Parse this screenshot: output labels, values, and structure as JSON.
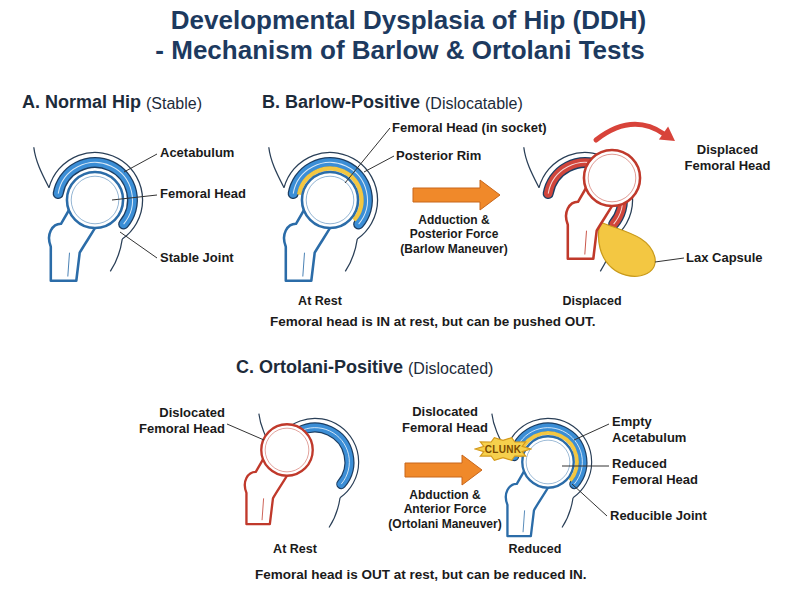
{
  "diagram": {
    "title": "Developmental Dysplasia of Hip (DDH) - Mechanism of Barlow & Ortolani Tests",
    "nodes": [
      {
        "text": [
          "CLUNK"
        ]
      }
    ],
    "labels": [
      "A. Normal Hip",
      "(Stable)",
      "Acetabulum",
      "Femoral Head",
      "Stable Joint",
      "B. Barlow-Positive",
      "(Dislocatable)",
      "Femoral Head (in socket)",
      "Posterior Rim",
      "Adduction & Posterior Force (Barlow Maneuver)",
      "Displaced Femoral Head",
      "Lax Capsule",
      "At Rest",
      "Displaced",
      "Femoral head is IN at rest, but can be pushed OUT.",
      "C. Ortolani-Positive",
      "(Dislocated)",
      "Dislocated Femoral Head",
      "Dislocated Femoral Head",
      "Abduction & Anterior Force (Ortolani Maneuver)",
      "Empty Acetabulum",
      "Reduced Femoral Head",
      "Reducible Joint",
      "At Rest",
      "Reduced",
      "Femoral head is OUT at rest, but can be reduced IN."
    ]
  }
}
